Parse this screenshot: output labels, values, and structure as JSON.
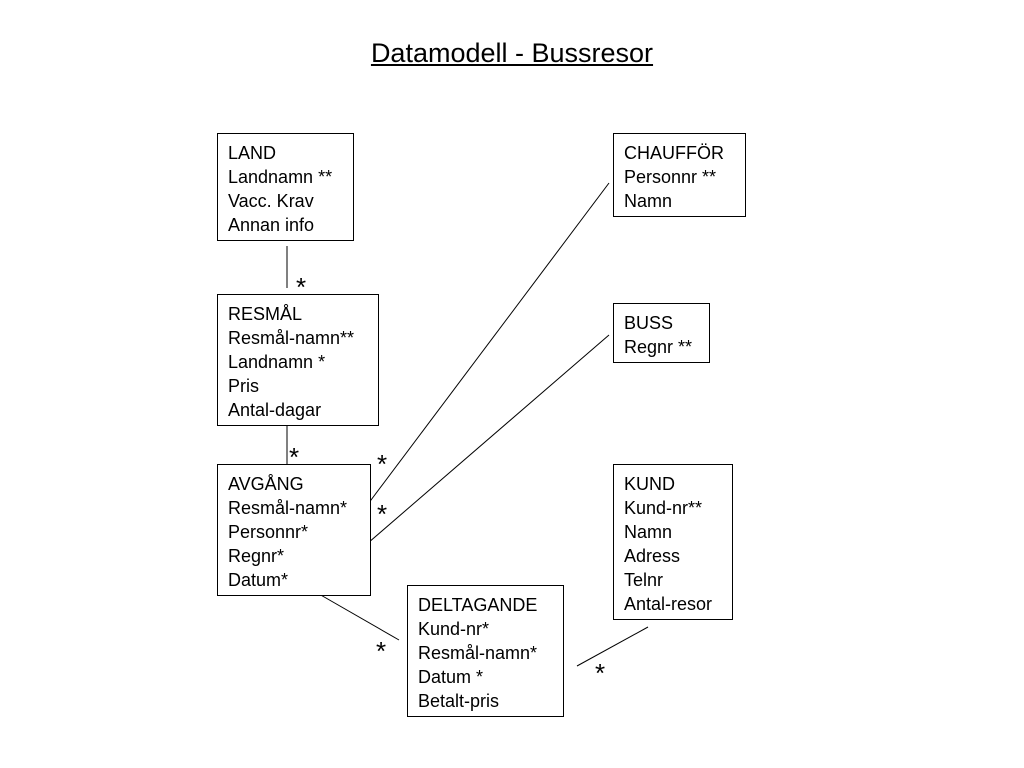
{
  "title": "Datamodell - Bussresor",
  "entities": {
    "land": [
      "LAND",
      "Landnamn **",
      "Vacc. Krav",
      "Annan info"
    ],
    "resmal": [
      "RESMÅL",
      "Resmål-namn**",
      "Landnamn *",
      "Pris",
      "Antal-dagar"
    ],
    "avgang": [
      "AVGÅNG",
      "Resmål-namn*",
      "Personnr*",
      "Regnr*",
      "Datum*"
    ],
    "deltagande": [
      "DELTAGANDE",
      "Kund-nr*",
      "Resmål-namn*",
      "Datum *",
      "Betalt-pris"
    ],
    "chauffor": [
      "CHAUFFÖR",
      "Personnr **",
      "Namn"
    ],
    "buss": [
      "BUSS",
      "Regnr **"
    ],
    "kund": [
      "KUND",
      "Kund-nr**",
      "Namn",
      "Adress",
      "Telnr",
      "Antal-resor"
    ]
  },
  "markers": {
    "land_resmal": "*",
    "resmal_avgang": "*",
    "chauffor_avgang": "*",
    "buss_avgang": "*",
    "avgang_deltagande": "*",
    "kund_deltagande": "*"
  }
}
